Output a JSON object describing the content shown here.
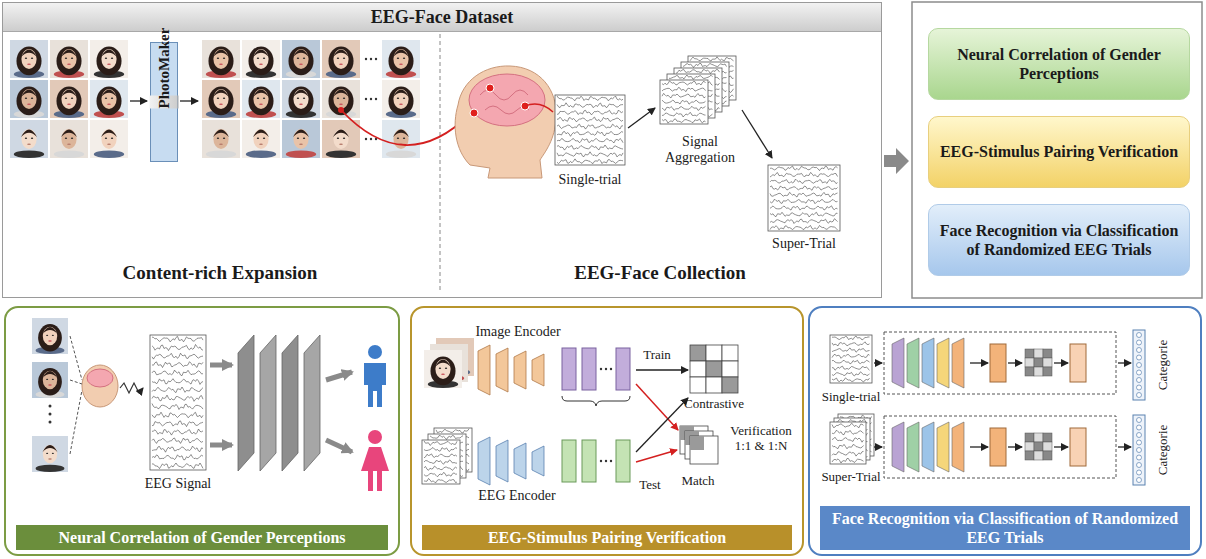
{
  "diagram": {
    "nodes": [
      {
        "text": [
          "EEG-Face Dataset"
        ]
      },
      {
        "text": [
          "PhotoMaker"
        ],
        "in": 0
      },
      {
        "text": [
          "Neural Correlation of Gender Perceptions"
        ]
      },
      {
        "text": [
          "EEG-Stimulus Pairing Verification"
        ]
      },
      {
        "text": [
          "Face Recognition via Classification of Randomized EEG Trials"
        ]
      },
      {
        "text": [
          "Neural Correlation of Gender Perceptions"
        ]
      },
      {
        "text": [
          "EEG-Stimulus Pairing Verification"
        ]
      },
      {
        "text": [
          "Face Recognition via Classification of Randomized EEG Trials"
        ]
      }
    ],
    "labels": [
      "Content-rich Expansion",
      "EEG-Face Collection",
      "Single-trial",
      "Signal Aggregation",
      "Super-Trial",
      "EEG Signal",
      "Image Encoder",
      "Train",
      "Contrastive",
      "Test",
      "Verification 1:1 & 1:N",
      "Match",
      "EEG Encoder",
      "Single-trial",
      "Categorie",
      "Super-Trial",
      "Categorie"
    ]
  }
}
